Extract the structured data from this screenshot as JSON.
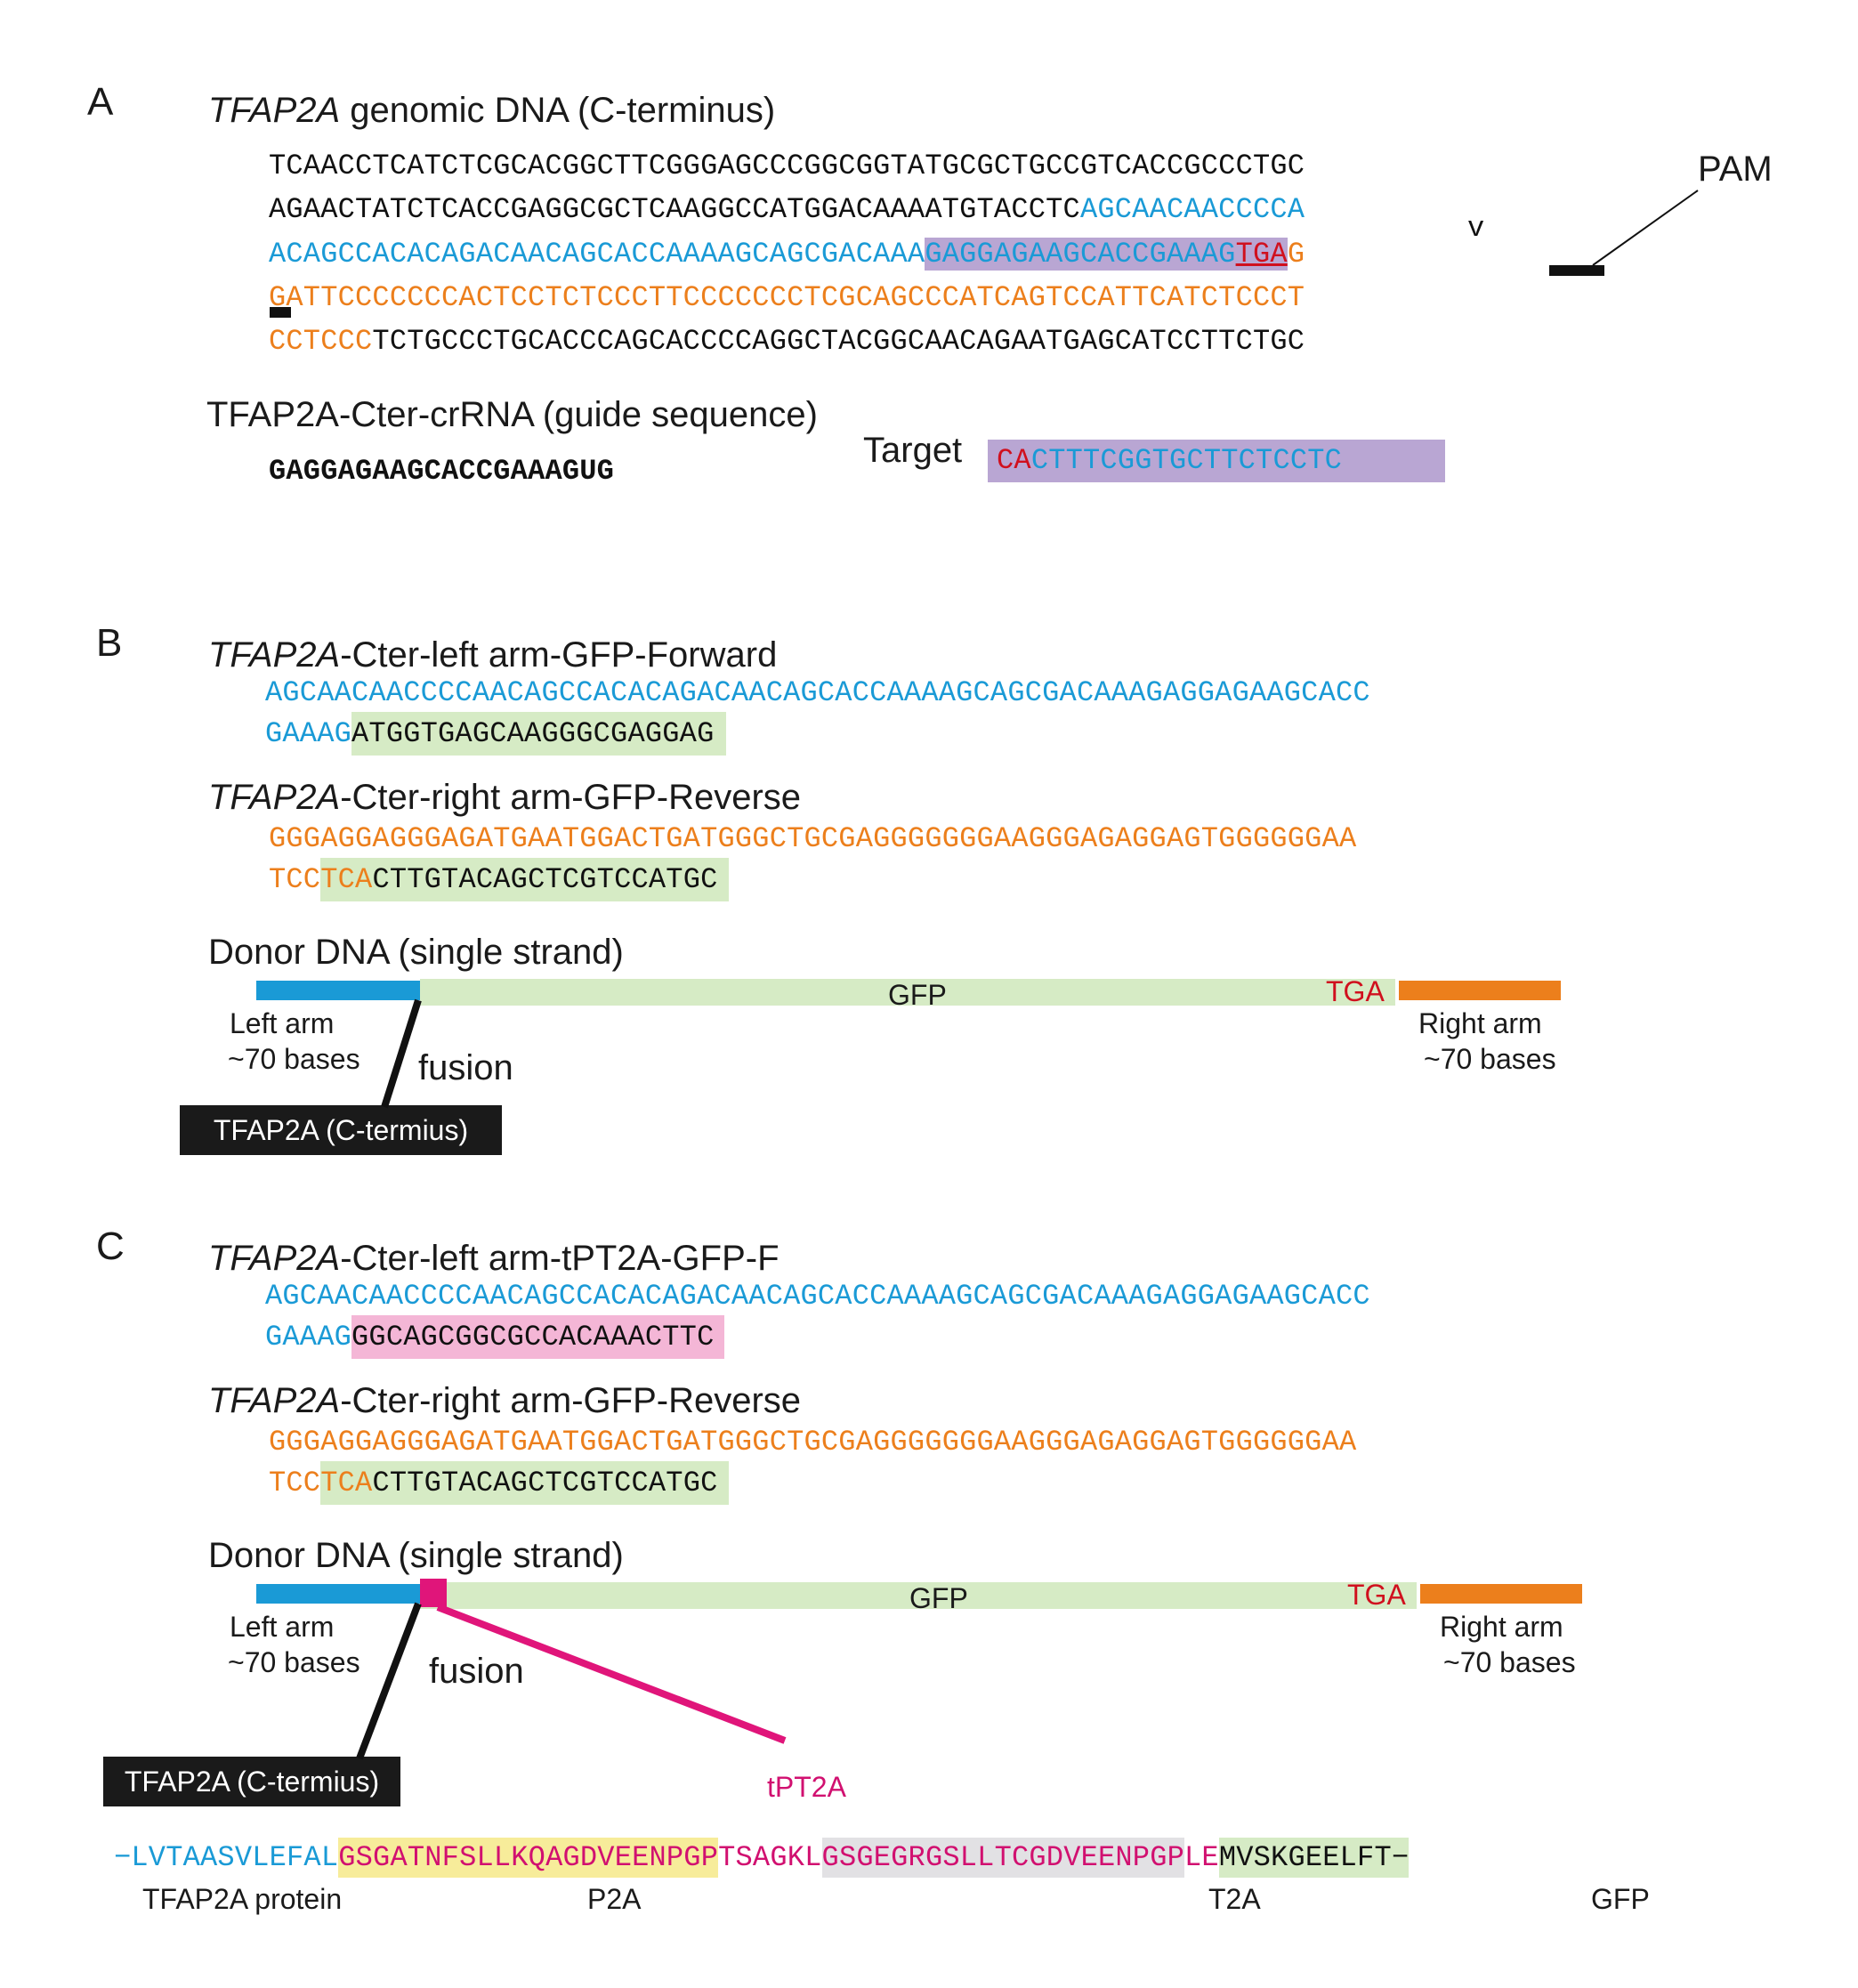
{
  "panelA": {
    "letter": "A",
    "title_gene": "TFAP2A",
    "title_rest": " genomic DNA (C-terminus)",
    "line1": "TCAACCTCATCTCGCACGGCTTCGGGAGCCCGGCGGTATGCGCTGCCGTCACCGCCCTGC",
    "line2_black": "AGAACTATCTCACCGAGGCGCTCAAGGCCATGGACAAAATGTACCTC",
    "line2_blue": "AGCAACAACCCCA",
    "line3_blue": "ACAGCCACACAGACAACAGCACCAAAAGCAGCGACAAA",
    "line3_target": "GAGGAGAAGCACCGAAAG",
    "line3_red": "TGA",
    "line3_orange": "G",
    "line4": "GATTCCCCCCCACTCCTCTCCCTTCCCCCCCTCGCAGCCCATCAGTCCATTCATCTCCCT",
    "line5_orange": "CCTCCC",
    "line5_black": "TCTGCCCTGCACCCAGCACCCCAGGCTACGGCAACAGAATGAGCATCCTTCTGC",
    "cut_mark": "v",
    "pam_label": "PAM",
    "crrna_label": "TFAP2A-Cter-crRNA (guide sequence)",
    "crrna_seq": "GAGGAGAAGCACCGAAAGUG",
    "target_label": "Target",
    "target_red": "CA",
    "target_blue": "CTTTCGGTGCTTCTCCTC"
  },
  "panelB": {
    "letter": "B",
    "fwd_gene": "TFAP2A",
    "fwd_rest": "-Cter-left arm-GFP-Forward",
    "fwd_line1": "AGCAACAACCCCAACAGCCACACAGACAACAGCACCAAAAGCAGCGACAAAGAGGAGAAGCACC",
    "fwd_line2_blue": "GAAAG",
    "fwd_line2_black": "ATGGTGAGCAAGGGCGAGGAG",
    "rev_gene": "TFAP2A",
    "rev_rest": "-Cter-right arm-GFP-Reverse",
    "rev_line1": "GGGAGGAGGGAGATGAATGGACTGATGGGCTGCGAGGGGGGGAAGGGAGAGGAGTGGGGGGAA",
    "rev_line2_orange1": "TCC",
    "rev_line2_orange2": "TCA",
    "rev_line2_black": "CTTGTACAGCTCGTCCATGC",
    "donor_label": "Donor DNA (single strand)",
    "gfp_label": "GFP",
    "tga_label": "TGA",
    "left_arm_1": "Left arm",
    "left_arm_2": "~70 bases",
    "right_arm_1": "Right arm",
    "right_arm_2": "~70 bases",
    "fusion_label": "fusion",
    "cterm_box": "TFAP2A (C-termius)"
  },
  "panelC": {
    "letter": "C",
    "fwd_gene": "TFAP2A",
    "fwd_rest": "-Cter-left arm-tPT2A-GFP-F",
    "fwd_line1": "AGCAACAACCCCAACAGCCACACAGACAACAGCACCAAAAGCAGCGACAAAGAGGAGAAGCACC",
    "fwd_line2_blue": "GAAAG",
    "fwd_line2_black": "GGCAGCGGCGCCACAAACTTC",
    "rev_gene": "TFAP2A",
    "rev_rest": "-Cter-right arm-GFP-Reverse",
    "rev_line1": "GGGAGGAGGGAGATGAATGGACTGATGGGCTGCGAGGGGGGGAAGGGAGAGGAGTGGGGGGAA",
    "rev_line2_orange1": "TCC",
    "rev_line2_orange2": "TCA",
    "rev_line2_black": "CTTGTACAGCTCGTCCATGC",
    "donor_label": "Donor DNA (single strand)",
    "gfp_label": "GFP",
    "tga_label": "TGA",
    "left_arm_1": "Left arm",
    "left_arm_2": "~70 bases",
    "right_arm_1": "Right arm",
    "right_arm_2": "~70 bases",
    "fusion_label": "fusion",
    "cterm_box": "TFAP2A (C-termius)",
    "tpt2a_label": "tPT2A",
    "prot_tfap2a": "−LVTAASVLEFAL",
    "prot_p2a": "GSGATNFSLLKQAGDVEENPGP",
    "prot_link": "TSAGKL",
    "prot_t2a": "GSGEGRGSLLTCGDVEENPGP",
    "prot_le": "LE",
    "prot_gfp": "MVSKGEELFT−",
    "lbl_tfap2a": "TFAP2A protein",
    "lbl_p2a": "P2A",
    "lbl_t2a": "T2A",
    "lbl_gfp": "GFP"
  },
  "colors": {
    "left_arm": "#1a9ad6",
    "right_arm": "#ec7f1c",
    "gfp": "#d6ebc5",
    "tpt2a": "#e0157a",
    "target_highlight": "#b9a6d3"
  }
}
